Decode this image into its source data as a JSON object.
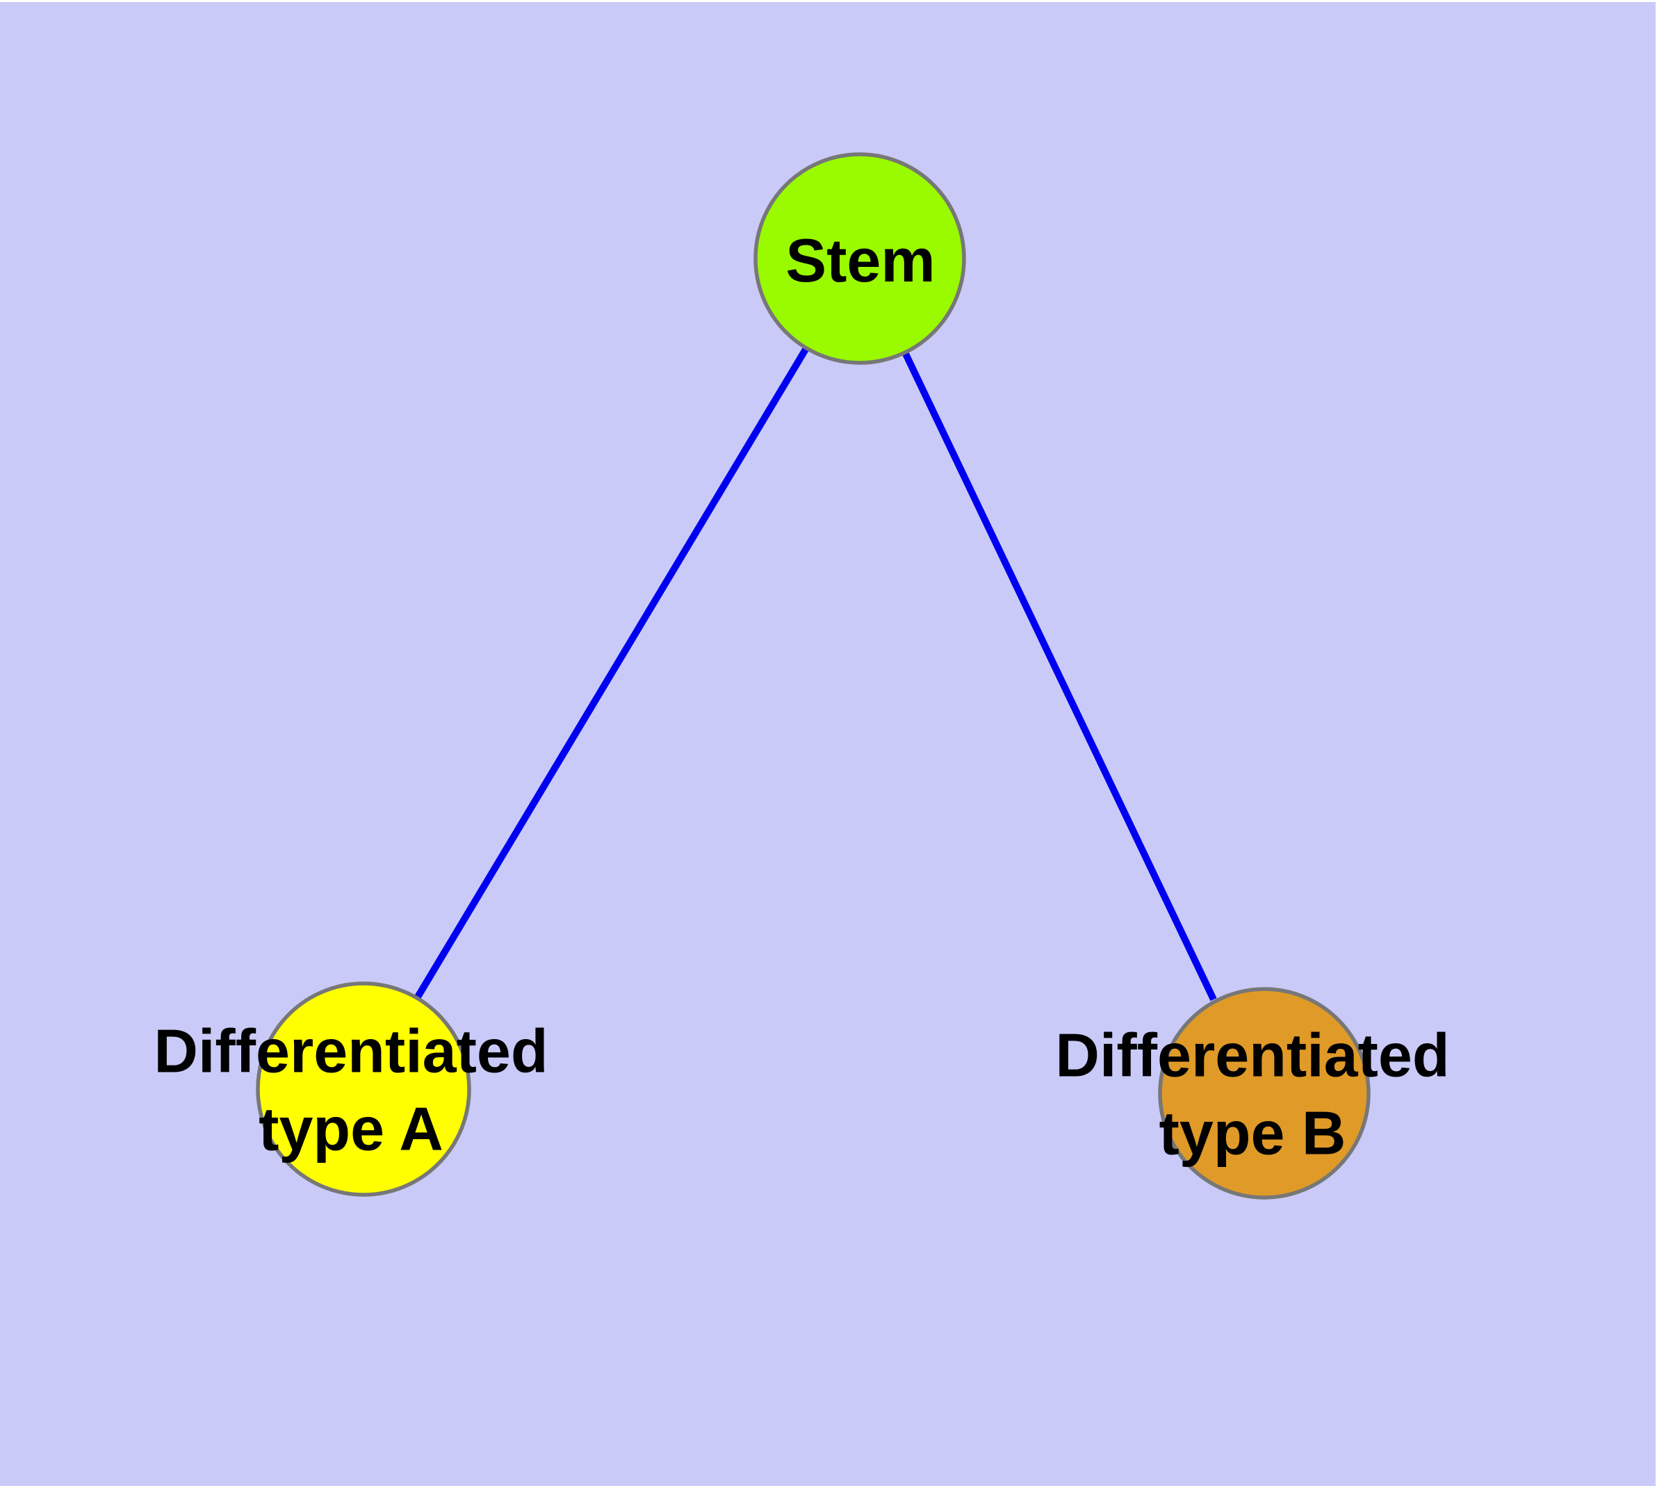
{
  "diagram": {
    "type": "node-link-graph",
    "background_color": "#CACAF8",
    "page_margin_color": "#FFFFFF",
    "edge_color": "#0000F0",
    "node_border_color": "#777777",
    "text_color": "#000000",
    "nodes": [
      {
        "id": "stem",
        "label": "Stem",
        "fill": "#9AFA00"
      },
      {
        "id": "differentiated-type-a",
        "label": "Differentiated\ntype A",
        "fill": "#FFFF00"
      },
      {
        "id": "differentiated-type-b",
        "label": "Differentiated\ntype B",
        "fill": "#E09A28"
      }
    ],
    "edges": [
      {
        "from": "Stem",
        "to": "Differentiated type A"
      },
      {
        "from": "Stem",
        "to": "Differentiated type B"
      }
    ]
  }
}
